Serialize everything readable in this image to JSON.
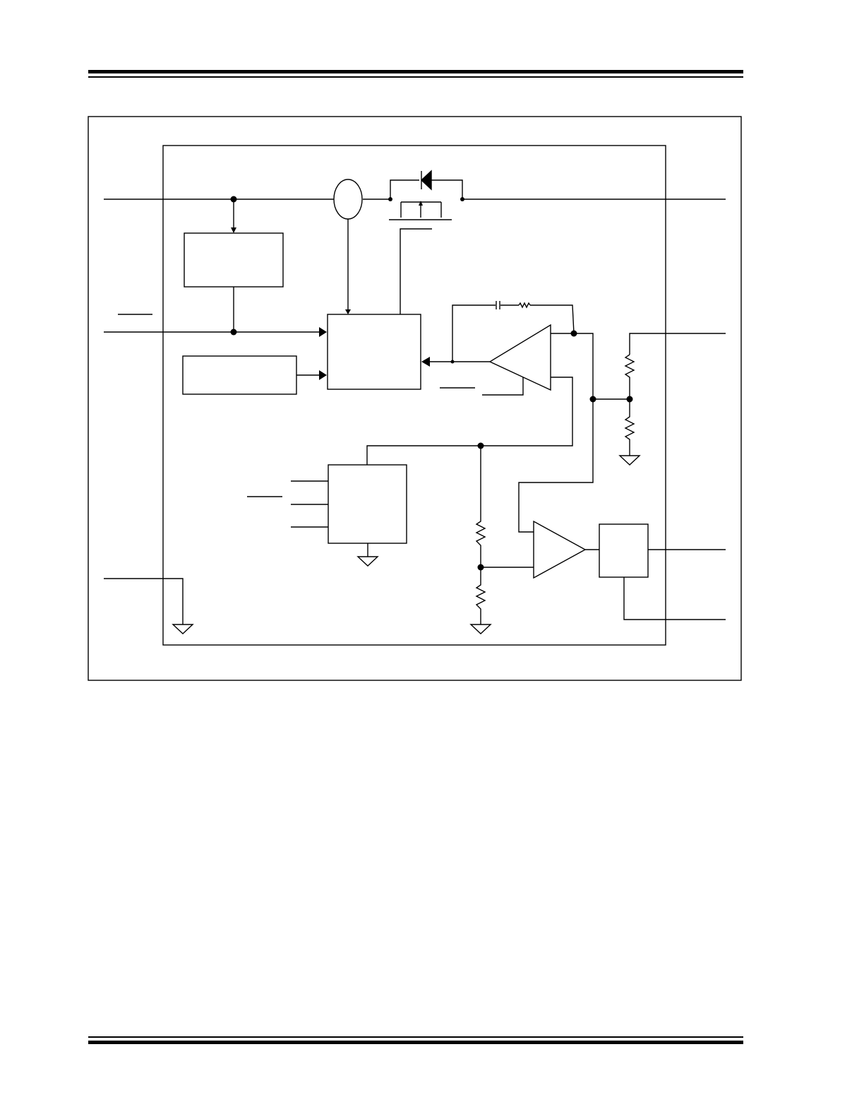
{
  "page": {
    "header_rule": "double-rule",
    "footer_rule": "double-rule"
  },
  "diagram": {
    "stroke_color": "#000000",
    "background_color": "#ffffff",
    "blocks": {
      "upper_left_block": "",
      "control_block": "",
      "lower_left_block": "",
      "reference_block": "",
      "output_block": ""
    },
    "components": {
      "current_sense": "ellipse",
      "pass_transistor": "pmos-transistor",
      "body_diode": "diode",
      "error_amplifier": "opamp-triangle",
      "comparator": "opamp-triangle",
      "compensation": "capacitor-resistor",
      "feedback_divider": "resistor-pair",
      "threshold_divider": "resistor-pair",
      "grounds": "ground-symbol"
    }
  }
}
